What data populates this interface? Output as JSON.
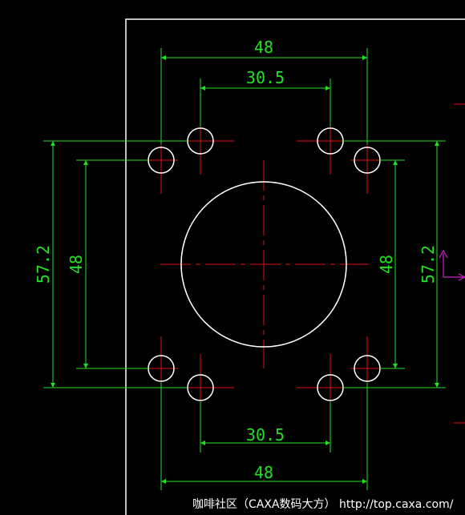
{
  "drawing": {
    "dimensions": {
      "top_outer": "48",
      "top_inner": "30.5",
      "bottom_inner": "30.5",
      "bottom_outer": "48",
      "left_outer": "57.2",
      "left_inner": "48",
      "right_inner": "48",
      "right_outer": "57.2"
    }
  },
  "watermark": "咖啡社区（CAXA数码大方） http://top.caxa.com/",
  "colors": {
    "background": "#000000",
    "outline": "#ffffff",
    "dimension": "#22e022",
    "centerline": "#e01010",
    "ucs": "#d020d0"
  }
}
